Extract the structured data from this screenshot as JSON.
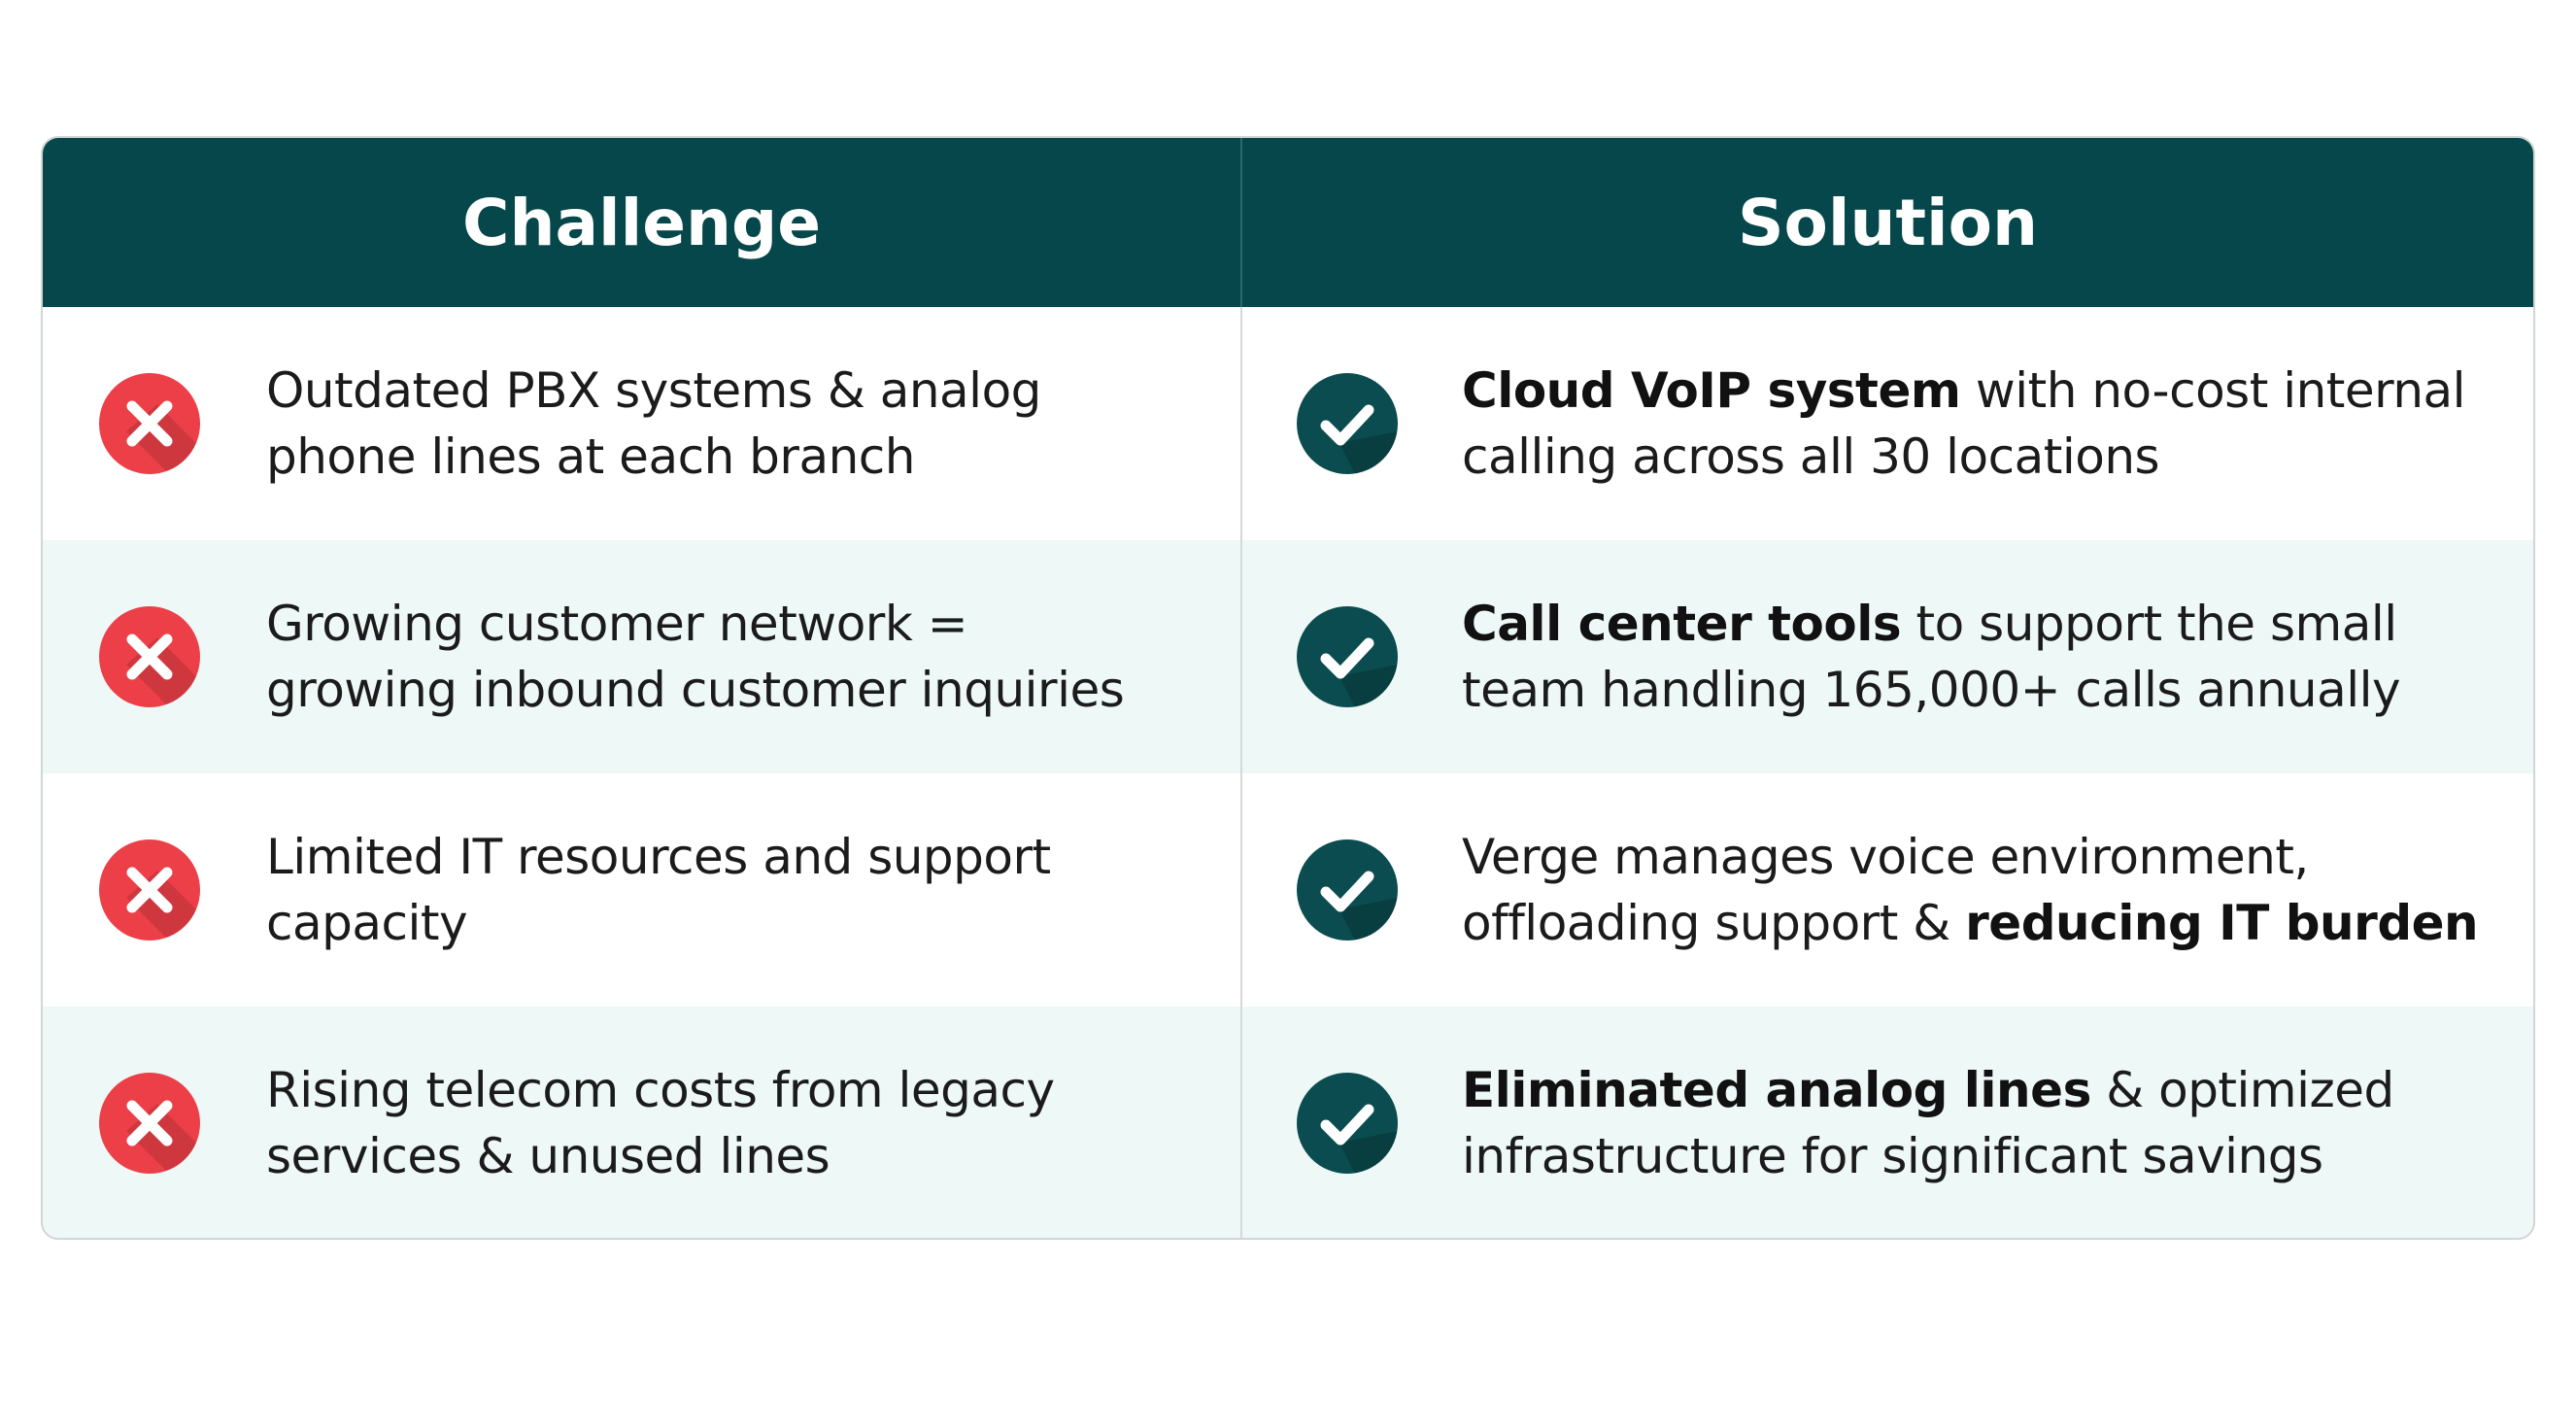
{
  "header": {
    "challenge": "Challenge",
    "solution": "Solution"
  },
  "colors": {
    "header_bg": "#05474a",
    "x_icon": "#ec3f48",
    "check_icon": "#0a4c4f",
    "alt_row_bg": "#eef8f7"
  },
  "rows": [
    {
      "challenge": {
        "line1": "Outdated PBX systems & analog",
        "line2": "phone lines at each branch",
        "icon": "x-circle-icon"
      },
      "solution": {
        "bold1": "Cloud VoIP system",
        "rest1": " with no-cost internal",
        "line2": "calling across all 30 locations",
        "icon": "check-circle-icon"
      }
    },
    {
      "challenge": {
        "line1": "Growing customer network =",
        "line2": "growing inbound customer inquiries",
        "icon": "x-circle-icon"
      },
      "solution": {
        "bold1": "Call center tools",
        "rest1": " to support the small",
        "line2": "team handling 165,000+ calls annually",
        "icon": "check-circle-icon"
      }
    },
    {
      "challenge": {
        "line1": "Limited IT resources and support",
        "line2": "capacity",
        "icon": "x-circle-icon"
      },
      "solution": {
        "line1": "Verge manages voice environment,",
        "pre2": "offloading support & ",
        "bold2": "reducing IT burden",
        "icon": "check-circle-icon"
      }
    },
    {
      "challenge": {
        "line1": "Rising telecom costs from legacy",
        "line2": "services & unused lines",
        "icon": "x-circle-icon"
      },
      "solution": {
        "bold1": "Eliminated analog lines",
        "rest1": " & optimized",
        "line2": "infrastructure for significant savings",
        "icon": "check-circle-icon"
      }
    }
  ]
}
